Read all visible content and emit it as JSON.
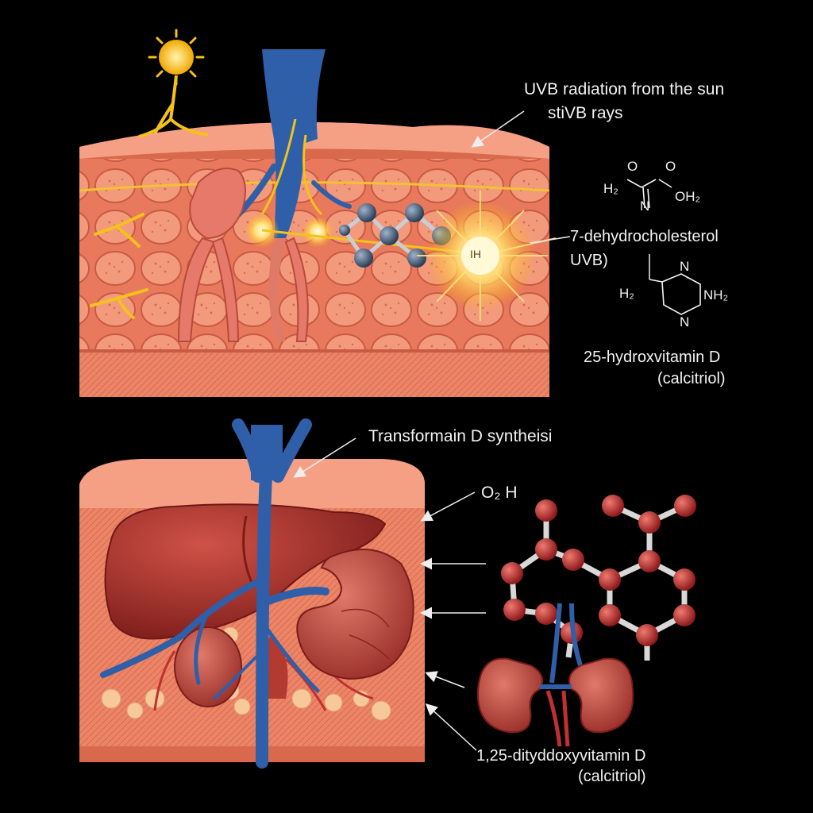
{
  "labels": {
    "uvb_sun": "UVB radiation from the sun",
    "uvb_rays": "stiVB rays",
    "dehydro": "7-dehydrocholesterol",
    "uvb": "UVB)",
    "hydroxy_line1": "25-hydroxvitamin D",
    "hydroxy_line2": "(calcitriol)",
    "transform": "Transformain D syntheisi",
    "o2h": "O₂ H",
    "dihydroxy_line1": "1,25-dityddoxyvitamin D",
    "dihydroxy_line2": "(calcitriol)",
    "flash_text": "ΙΗ"
  },
  "formula1": {
    "h2": "H₂",
    "o_left": "O",
    "o_right": "O",
    "oh2": "OH₂",
    "n_mid": "N"
  },
  "formula2": {
    "h2": "H₂",
    "n_top": "N",
    "n_bottom": "N",
    "nh2": "NH₂"
  },
  "colors": {
    "background": "#000000",
    "skin": "#f08a6a",
    "skin_dark": "#d8654a",
    "vessel_blue": "#2f5fa8",
    "liver": "#a8322c",
    "kidney": "#b8453a",
    "molecule_red": "#b3282a",
    "molecule_blue": "#3e5672",
    "sun": "#f4c21a"
  },
  "icons": {
    "sun": "sun-icon",
    "liver": "liver-icon",
    "kidney": "kidney-icon",
    "molecule": "molecule-icon"
  }
}
